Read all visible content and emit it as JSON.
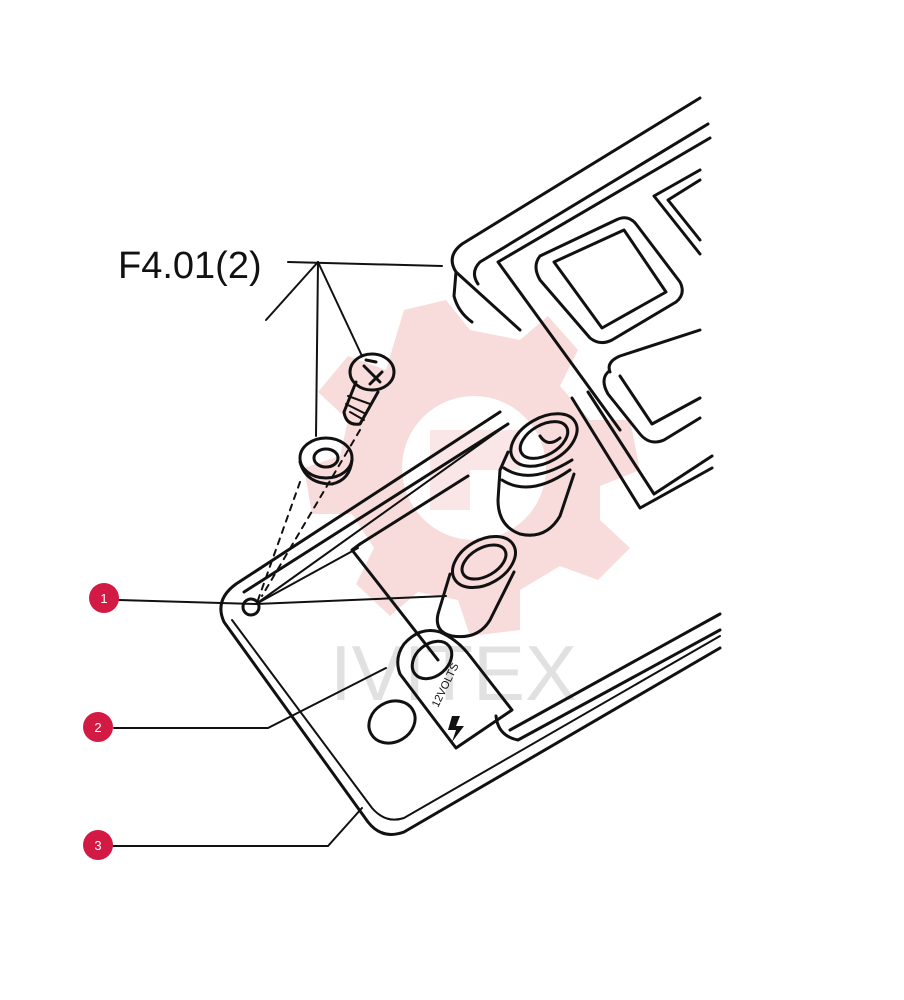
{
  "part_label": "F4.01(2)",
  "sticker_text": "12VOLTS",
  "watermark_text": "IVITEX",
  "callouts": [
    {
      "number": "1"
    },
    {
      "number": "2"
    },
    {
      "number": "3"
    }
  ],
  "colors": {
    "callout": "#d21a45",
    "line_art": "#111111",
    "watermark_logo": "#f2b9b9",
    "watermark_text": "#c9c9c9"
  }
}
